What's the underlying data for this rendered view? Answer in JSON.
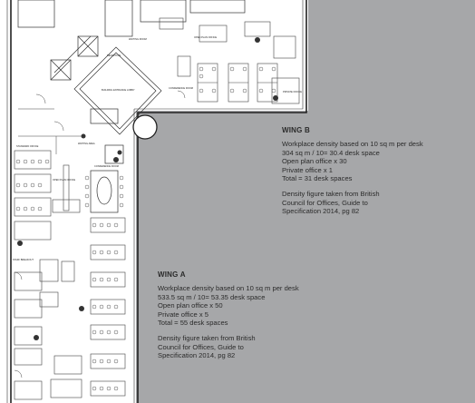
{
  "wing_b": {
    "title": "WING B",
    "line1": "Workplace  density based on 10 sq m per desk",
    "line2": "304 sq m / 10= 30.4 desk space",
    "line3": "Open plan office x 30",
    "line4": "Private office x 1",
    "line5": "Total =  31 desk spaces",
    "line6": "Density figure taken from British",
    "line7": "Council for Offices, Guide to",
    "line8": "Specification 2014, pg 82"
  },
  "wing_a": {
    "title": "WING A",
    "line1": "Workplace density based on 10 sq m per desk",
    "line2": "533.5 sq m / 10= 53.35 desk space",
    "line3": "Open plan office x 50",
    "line4": "Private office x 5",
    "line5": "Total =  55 desk spaces",
    "line6": "Density figure taken from British",
    "line7": "Council for Offices, Guide to",
    "line8": "Specification 2014, pg 82"
  },
  "room_labels": {
    "waiting_room": "WAITING ROOM",
    "reception": "RECEPTION",
    "entrance_lobby": "BUILDING ENTRANCE LOBBY",
    "open_plan_b": "OPEN PLAN OFFICE",
    "conference_room": "CONFERENCE ROOM",
    "private_office": "PRIVATE OFFICE",
    "staff_breakout": "STAFF BREAKOUT",
    "open_plan_a": "OPEN PLAN OFFICE",
    "standard_office": "STANDARD OFFICE",
    "waiting_area": "WAITING AREA",
    "conference_a": "CONFERENCE ROOM"
  }
}
